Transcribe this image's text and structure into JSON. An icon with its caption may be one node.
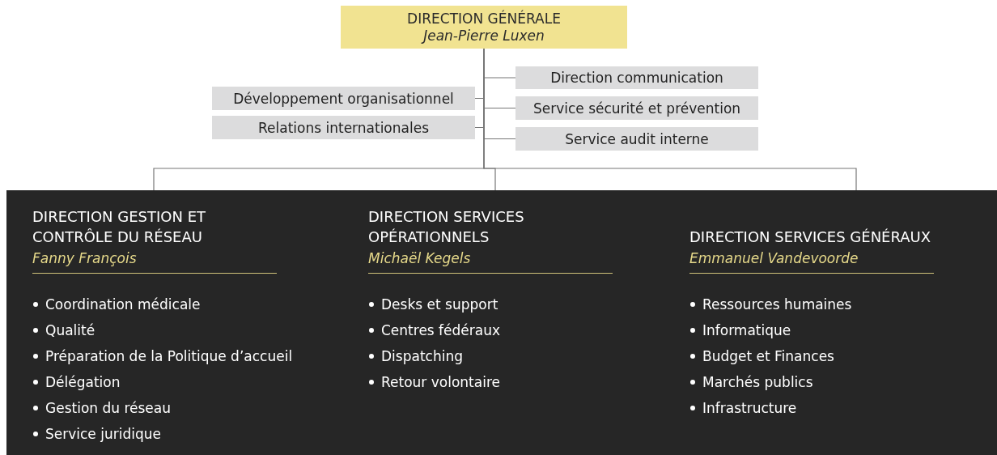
{
  "diagram": {
    "nodes": [
      {
        "text": [
          "DIRECTION GÉNÉRALE",
          "Jean-Pierre Luxen"
        ]
      },
      {
        "text": [
          "Développement organisationnel"
        ]
      },
      {
        "text": [
          "Relations internationales"
        ]
      },
      {
        "text": [
          "Direction communication"
        ]
      },
      {
        "text": [
          "Service sécurité et prévention"
        ]
      },
      {
        "text": [
          "Service audit interne"
        ]
      },
      {
        "text": [],
        "shape": "box"
      },
      {
        "text": [
          "DIRECTION GESTION ET CONTRÔLE DU RÉSEAU",
          "Fanny François",
          "Coordination médicale",
          "Qualité",
          "Préparation de la Politique d’accueil",
          "Délégation",
          "Gestion du réseau",
          "Service juridique"
        ],
        "in": 6
      },
      {
        "text": [
          "DIRECTION SERVICES OPÉRATIONNELS",
          "Michaël Kegels",
          "Desks et support",
          "Centres fédéraux",
          "Dispatching",
          "Retour volontaire"
        ],
        "in": 6
      },
      {
        "text": [
          "DIRECTION SERVICES GÉNÉRAUX",
          "Emmanuel Vandevoorde",
          "Ressources humaines",
          "Informatique",
          "Budget et Finances",
          "Marchés publics",
          "Infrastructure"
        ],
        "in": 6
      }
    ],
    "edges": [
      {
        "from": 0,
        "to": 1,
        "arrow": "none"
      },
      {
        "from": 0,
        "to": 2,
        "arrow": "none"
      },
      {
        "from": 0,
        "to": 3,
        "arrow": "none"
      },
      {
        "from": 0,
        "to": 4,
        "arrow": "none"
      },
      {
        "from": 0,
        "to": 5,
        "arrow": "none"
      },
      {
        "from": 0,
        "to": 7,
        "arrow": "none"
      },
      {
        "from": 0,
        "to": 8,
        "arrow": "none"
      },
      {
        "from": 0,
        "to": 9,
        "arrow": "none"
      }
    ]
  }
}
